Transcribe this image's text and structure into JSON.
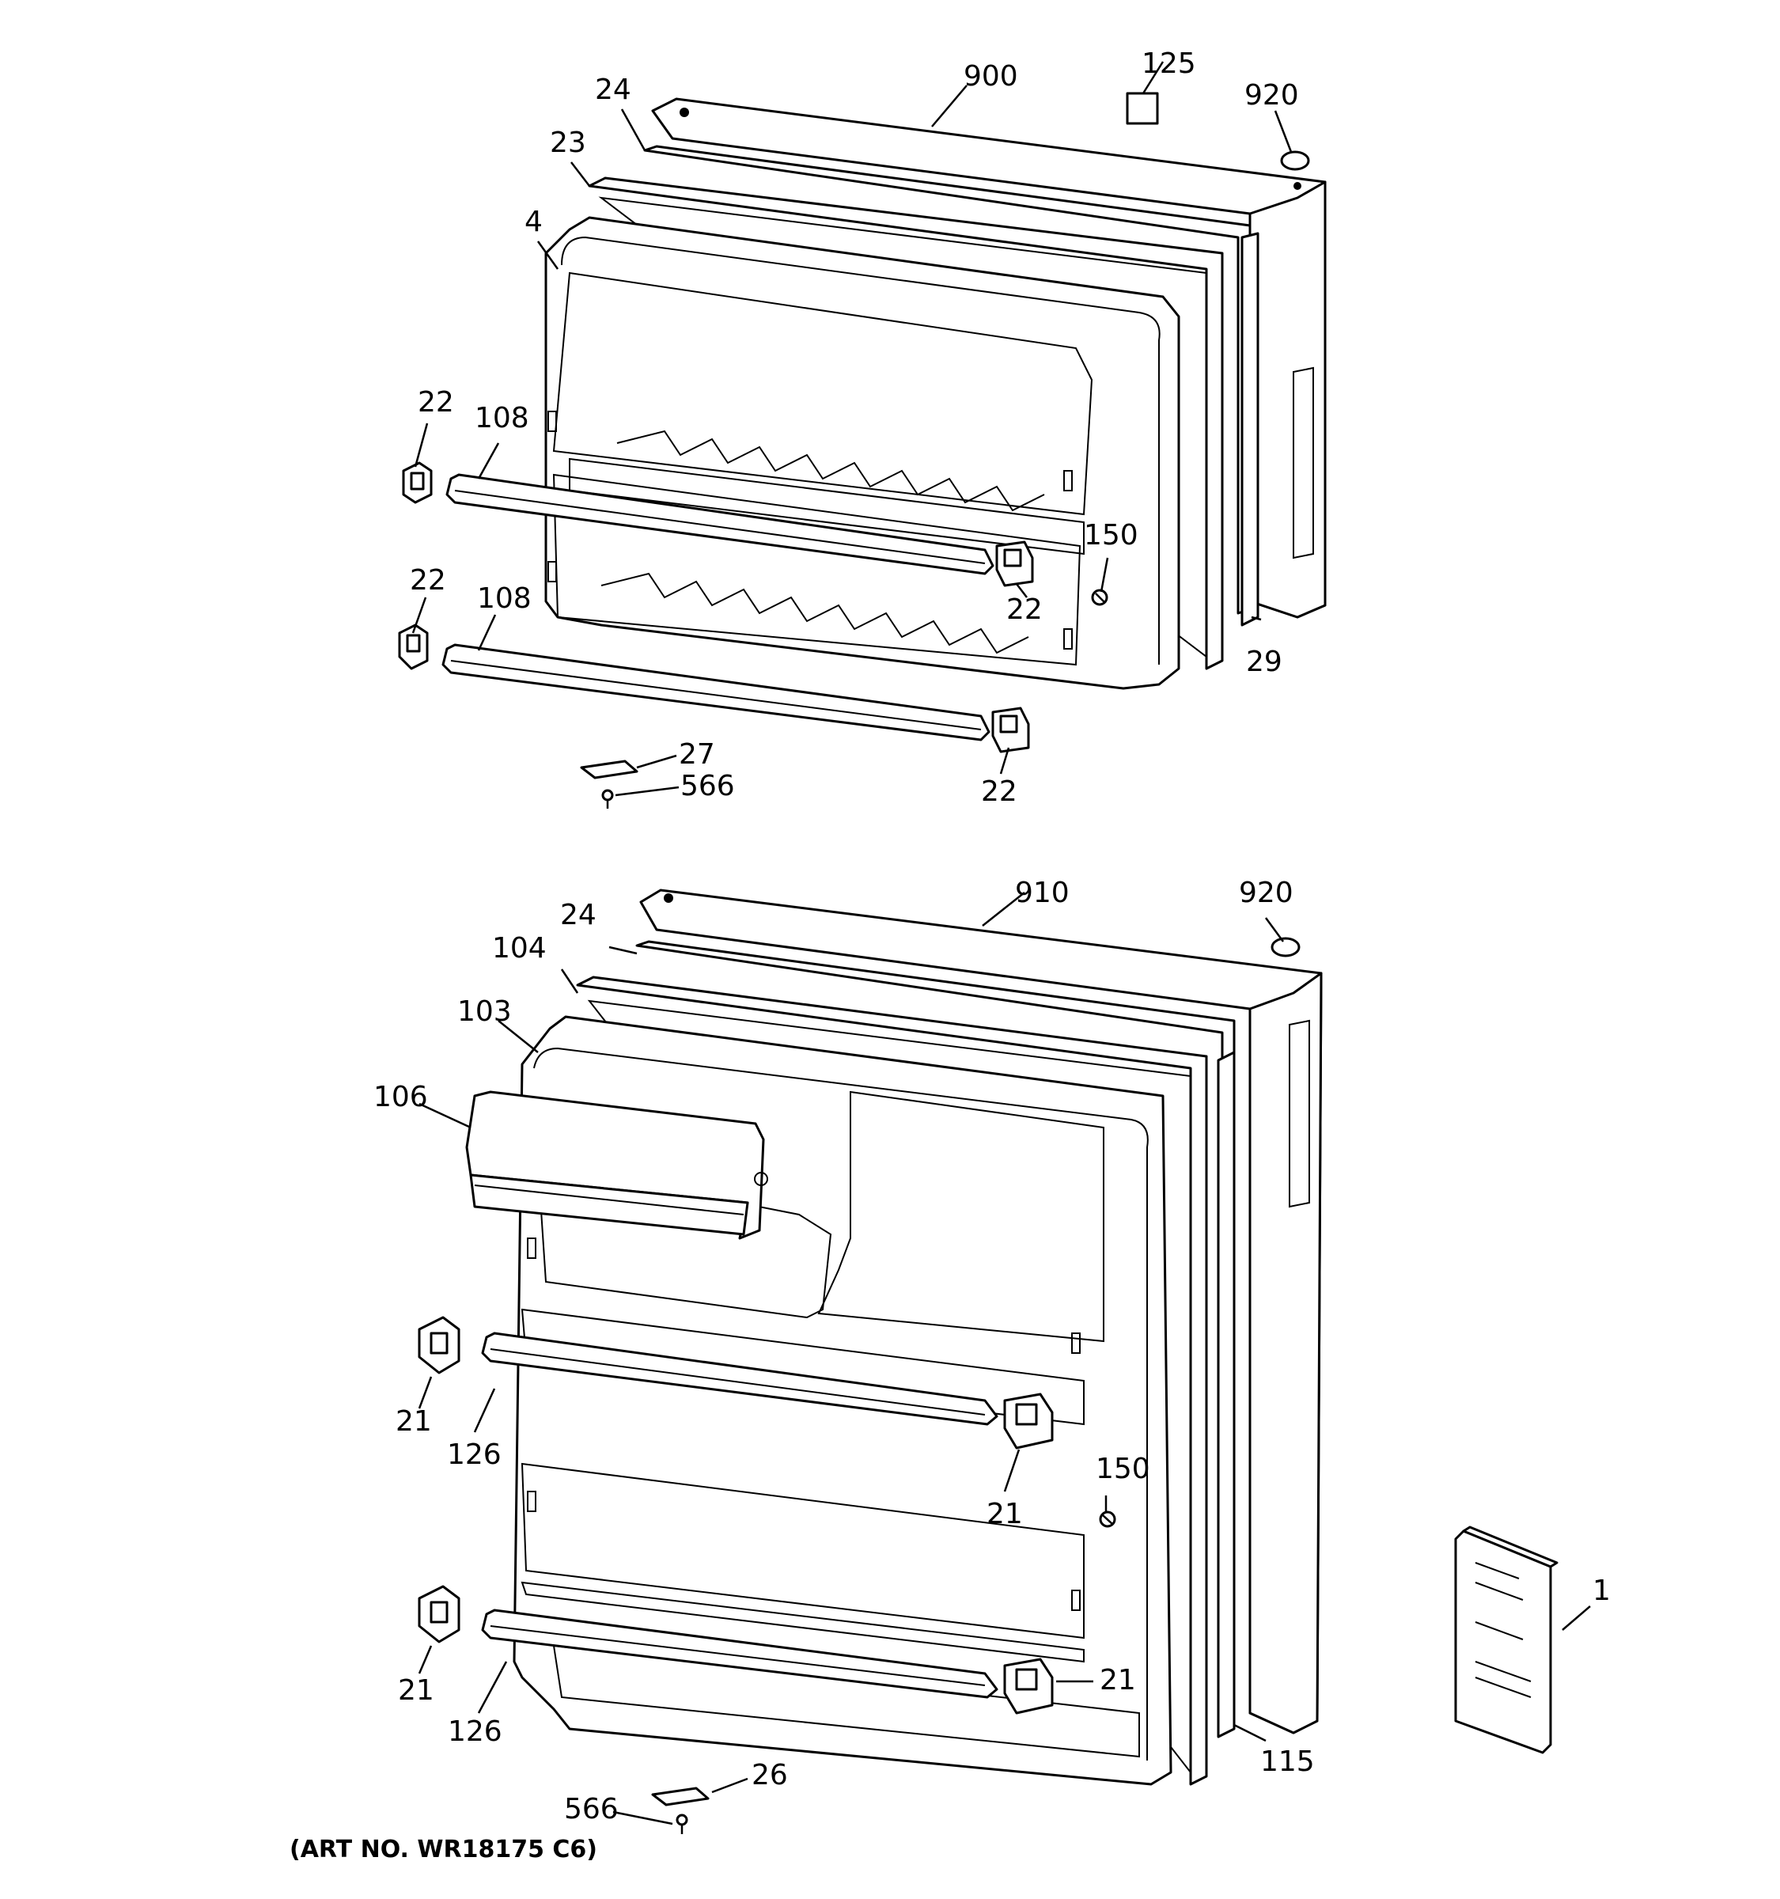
{
  "callouts": {
    "c900": "900",
    "c125": "125",
    "c920a": "920",
    "c24a": "24",
    "c23": "23",
    "c4": "4",
    "c22a": "22",
    "c108a": "108",
    "c150a": "150",
    "c22b": "22",
    "c22c": "22",
    "c108b": "108",
    "c29": "29",
    "c27": "27",
    "c566a": "566",
    "c22d": "22",
    "c910": "910",
    "c920b": "920",
    "c24b": "24",
    "c104": "104",
    "c103": "103",
    "c106": "106",
    "c21a": "21",
    "c126a": "126",
    "c21b": "21",
    "c150b": "150",
    "c1": "1",
    "c21c": "21",
    "c126b": "126",
    "c21d": "21",
    "c26": "26",
    "c566b": "566",
    "c115": "115"
  },
  "footer": {
    "art_number": "(ART NO. WR18175 C6)"
  }
}
